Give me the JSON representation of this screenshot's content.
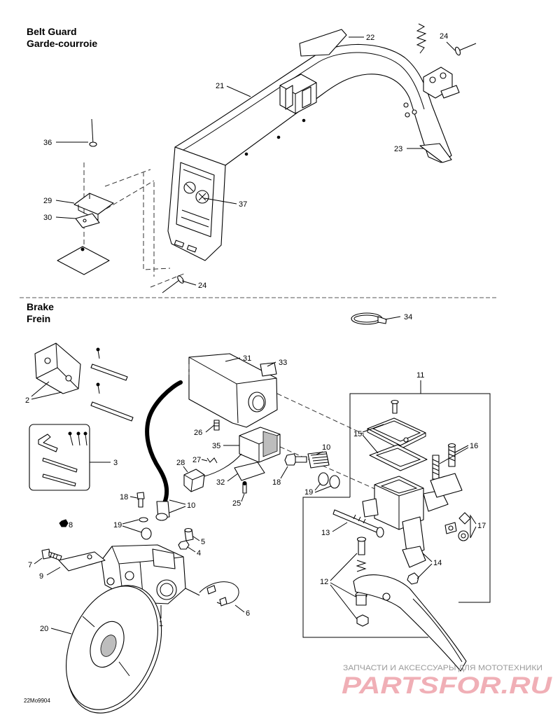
{
  "sections": {
    "belt_guard": {
      "title_en": "Belt Guard",
      "title_fr": "Garde-courroie"
    },
    "brake": {
      "title_en": "Brake",
      "title_fr": "Frein"
    }
  },
  "callouts": {
    "belt_guard": [
      "22",
      "24",
      "21",
      "36",
      "23",
      "29",
      "37",
      "30",
      "24"
    ],
    "brake": [
      "34",
      "31",
      "33",
      "2",
      "11",
      "26",
      "10",
      "15",
      "16",
      "3",
      "35",
      "28",
      "27",
      "18",
      "32",
      "19",
      "25",
      "18",
      "10",
      "8",
      "19",
      "5",
      "13",
      "17",
      "4",
      "7",
      "14",
      "9",
      "12",
      "6",
      "1",
      "20"
    ]
  },
  "drawing_code": "22Mo9904",
  "watermark": {
    "tagline": "ЗАПЧАСТИ И АКСЕССУАРЫ ДЛЯ МОТОТЕХНИКИ",
    "logo": "PARTSFOR.RU"
  },
  "colors": {
    "line": "#000000",
    "watermark_text": "#9a9a9a",
    "logo": "#e05060"
  }
}
